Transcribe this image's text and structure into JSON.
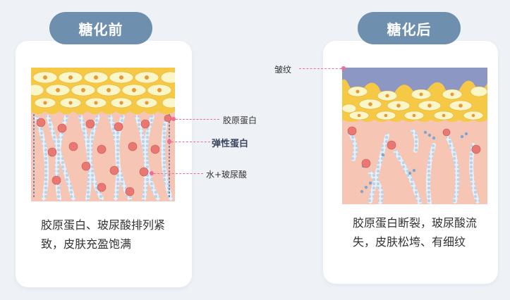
{
  "before": {
    "title": "糖化前",
    "caption": "胶原蛋白、玻尿酸排列紧致，皮肤充盈饱满",
    "labels": {
      "collagen": "胶原蛋白",
      "elastin": "弹性蛋白",
      "hyaluronic": "水+玻尿酸"
    }
  },
  "after": {
    "title": "糖化后",
    "caption": "胶原蛋白断裂，玻尿酸流失，皮肤松垮、有细纹",
    "labels": {
      "wrinkle": "皱纹"
    }
  },
  "colors": {
    "pill": "#6e8fae",
    "skin": "#f6c5b4",
    "epidermis": "#f5c845",
    "cell": "#fbf6c8",
    "nucleus": "#e8973a",
    "fiber": "#c9dff0",
    "hyaluronic_dot": "#e97872",
    "elastin": "#5a7fb5",
    "wrinkle_top": "#8c97c4",
    "annotation_line": "#f06a9c"
  }
}
